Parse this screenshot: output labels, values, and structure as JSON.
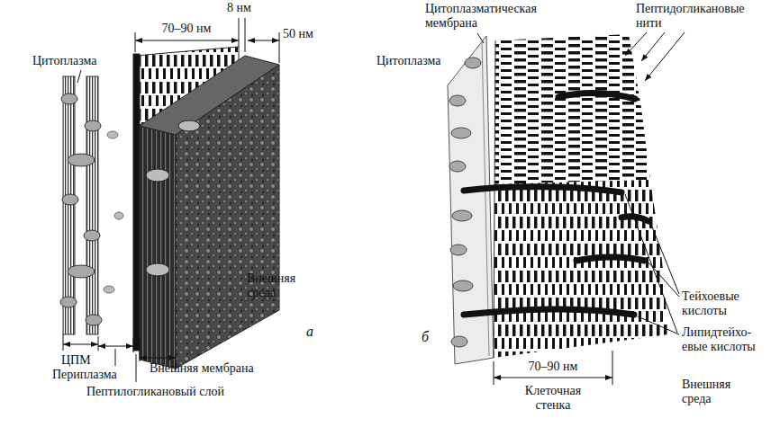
{
  "diagram": {
    "labels": [
      "Цитоплазма",
      "70–90 нм",
      "8 нм",
      "50 нм",
      "Внешняя среда",
      "а",
      "ЦПМ",
      "Периплазма",
      "Внешняя мембрана",
      "Пептилогликановый слой",
      "Цитоплазматическая мембрана",
      "Пептидогликановые нити",
      "Цитоплазма",
      "Тейхоевые кислоты",
      "Липидтейхо- евые кислоты",
      "б",
      "70–90 нм",
      "Клеточная стенка",
      "Внешняя среда"
    ]
  }
}
